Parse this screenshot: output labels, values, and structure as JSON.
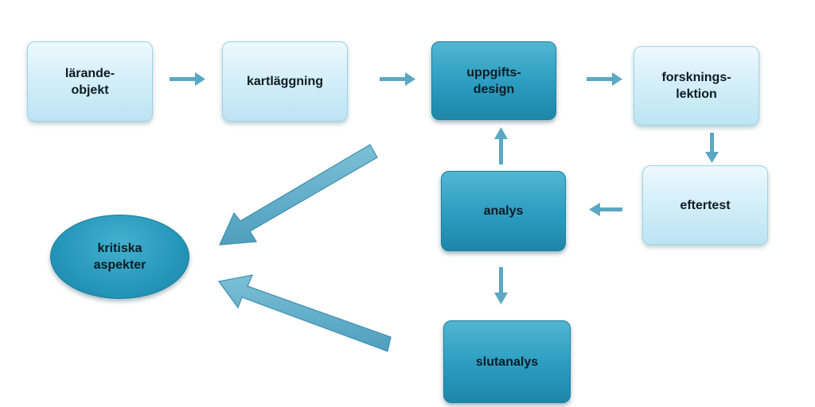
{
  "diagram": {
    "nodes": {
      "larandeobjekt": "lärande-\nobjekt",
      "kartlaggning": "kartläggning",
      "uppgiftsdesign": "uppgifts-\ndesign",
      "forskningslektion": "forsknings-\nlektion",
      "eftertest": "eftertest",
      "analys": "analys",
      "slutanalys": "slutanalys",
      "kritiska_aspekter": "kritiska\naspekter"
    },
    "colors": {
      "light_box": "#d5eff9",
      "dark_box": "#2a9cc0",
      "arrow": "#5aa8c4"
    }
  }
}
